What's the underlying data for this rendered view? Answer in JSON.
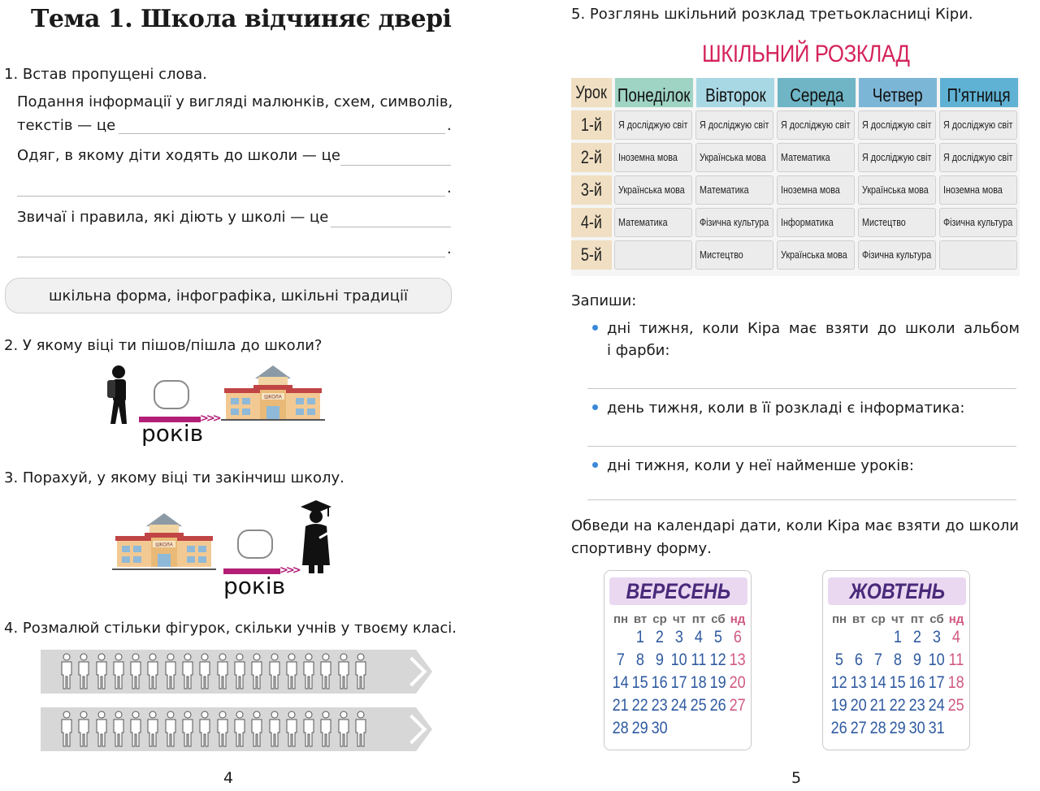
{
  "left_page": {
    "title": "Тема 1. Школа відчиняє двері",
    "q1": {
      "prompt": "1.  Встав пропущені слова.",
      "line1": "Подання інформації у вигляді малюнків, схем, символів,",
      "line2": "текстів — це",
      "line3": "Одяг, в якому діти ходять до школи — це",
      "line4": "Звичаї і правила, які діють у школі — це",
      "word_bank": "шкільна форма, інфографіка, шкільні традиції"
    },
    "q2": {
      "prompt": "2. У якому віці ти пішов/пішла до школи?",
      "unit": "років",
      "school_sign": "ШКОЛА"
    },
    "q3": {
      "prompt": "3. Порахуй, у якому віці ти закінчиш школу.",
      "unit": "років",
      "school_sign": "ШКОЛА"
    },
    "q4": {
      "prompt": "4. Розмалюй стільки фігурок, скільки учнів у твоєму класі.",
      "figures_per_row": 18
    },
    "page_number": "4"
  },
  "right_page": {
    "q5_prompt": "5. Розглянь шкільний розклад третьокласниці Кіри.",
    "schedule": {
      "title": "ШКІЛЬНИЙ РОЗКЛАД",
      "lesson_header": "Урок",
      "days": [
        "Понеділок",
        "Вівторок",
        "Середа",
        "Четвер",
        "П'ятниця"
      ],
      "day_colors": [
        "#9fd3c4",
        "#a9d8e5",
        "#6fb5c6",
        "#7cb6d6",
        "#5fb2d4"
      ],
      "lessons": [
        "1-й",
        "2-й",
        "3-й",
        "4-й",
        "5-й"
      ],
      "rows": [
        [
          "Я досліджую світ",
          "Я досліджую світ",
          "Я досліджую світ",
          "Я досліджую світ",
          "Я досліджую світ"
        ],
        [
          "Іноземна мова",
          "Українська мова",
          "Математика",
          "Я досліджую світ",
          "Я досліджую світ"
        ],
        [
          "Українська мова",
          "Математика",
          "Іноземна мова",
          "Українська мова",
          "Іноземна мова"
        ],
        [
          "Математика",
          "Фізична культура",
          "Інформатика",
          "Мистецтво",
          "Фізична культура"
        ],
        [
          "",
          "Мистецтво",
          "Українська мова",
          "Фізична культура",
          ""
        ]
      ]
    },
    "write_label": "Запиши:",
    "bullets": [
      {
        "line1": "дні тижня, коли Кіра має взяти до школи альбом",
        "line2": "і фарби:"
      },
      {
        "line1": "день тижня, коли в її розкладі є інформатика:"
      },
      {
        "line1": "дні тижня, коли у неї найменше уроків:"
      }
    ],
    "circle_prompt_1": "Обведи на календарі дати, коли Кіра має взяти до школи",
    "circle_prompt_2": "спортивну форму.",
    "calendars": [
      {
        "month": "ВЕРЕСЕНЬ",
        "dow": [
          "пн",
          "вт",
          "ср",
          "чт",
          "пт",
          "сб",
          "нд"
        ],
        "weeks": [
          [
            "",
            "1",
            "2",
            "3",
            "4",
            "5",
            "6"
          ],
          [
            "7",
            "8",
            "9",
            "10",
            "11",
            "12",
            "13"
          ],
          [
            "14",
            "15",
            "16",
            "17",
            "18",
            "19",
            "20"
          ],
          [
            "21",
            "22",
            "23",
            "24",
            "25",
            "26",
            "27"
          ],
          [
            "28",
            "29",
            "30",
            "",
            "",
            "",
            ""
          ]
        ]
      },
      {
        "month": "ЖОВТЕНЬ",
        "dow": [
          "пн",
          "вт",
          "ср",
          "чт",
          "пт",
          "сб",
          "нд"
        ],
        "weeks": [
          [
            "",
            "",
            "",
            "1",
            "2",
            "3",
            "4"
          ],
          [
            "5",
            "6",
            "7",
            "8",
            "9",
            "10",
            "11"
          ],
          [
            "12",
            "13",
            "14",
            "15",
            "16",
            "17",
            "18"
          ],
          [
            "19",
            "20",
            "21",
            "22",
            "23",
            "24",
            "25"
          ],
          [
            "26",
            "27",
            "28",
            "29",
            "30",
            "31",
            ""
          ]
        ]
      }
    ],
    "page_number": "5"
  }
}
